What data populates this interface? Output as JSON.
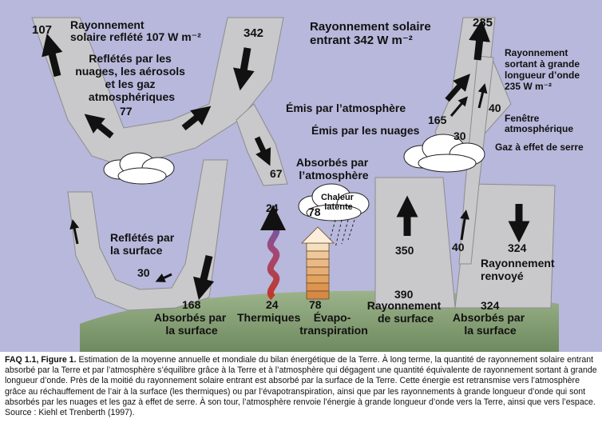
{
  "colors": {
    "sky": "#b7b8db",
    "stream": "#c9c9cb",
    "stream_edge": "#8c8c8e",
    "ground": "#8aa27a",
    "arrow": "#111111",
    "thermal_wave": "#c0392b",
    "evap_column": "#e3a35f"
  },
  "icons": {
    "cloud": "cloud-icon",
    "rain": "rain-icon",
    "arrow": "arrow-icon"
  },
  "labels": {
    "reflected_solar": [
      "Rayonnement",
      "solaire reflété 107 W m⁻²"
    ],
    "reflected_by_clouds": [
      "Reflétés par les",
      "nuages, les aérosols",
      "et les gaz",
      "atmosphériques"
    ],
    "incoming_solar": [
      "Rayonnement solaire",
      "entrant 342 W m⁻²"
    ],
    "outgoing_longwave": [
      "Rayonnement",
      "sortant à grande",
      "longueur d’onde",
      "235 W m⁻²"
    ],
    "emitted_by_atmosphere": "Émis par l’atmosphère",
    "emitted_by_clouds": "Émis par les nuages",
    "atmospheric_window": [
      "Fenêtre",
      "atmosphérique"
    ],
    "greenhouse_gases": "Gaz à effet de serre",
    "absorbed_by_atmosphere": [
      "Absorbés par",
      "l’atmosphère"
    ],
    "latent_heat": [
      "Chaleur",
      "latente"
    ],
    "reflected_by_surface": [
      "Reflétés par",
      "la surface"
    ],
    "back_radiation": [
      "Rayonnement",
      "renvoyé"
    ],
    "absorbed_by_surface_left": [
      "Absorbés par",
      "la surface"
    ],
    "thermals": "Thermiques",
    "evapotranspiration": [
      "Évapo-",
      "transpiration"
    ],
    "surface_radiation": [
      "Rayonnement",
      "de surface"
    ],
    "absorbed_by_surface_right": [
      "Absorbés par",
      "la surface"
    ]
  },
  "values": {
    "v107": "107",
    "v342": "342",
    "v235": "235",
    "v77": "77",
    "v165": "165",
    "v40_top": "40",
    "v30_clouds": "30",
    "v67": "67",
    "v24_top": "24",
    "v78_top": "78",
    "v350": "350",
    "v40_mid": "40",
    "v324_mid": "324",
    "v30_surface": "30",
    "v168": "168",
    "v24_bottom": "24",
    "v78_bottom": "78",
    "v390": "390",
    "v324_bottom": "324"
  },
  "caption": {
    "label": "FAQ 1.1, Figure 1.",
    "text": "Estimation de la moyenne annuelle et mondiale du bilan énergétique de la Terre. À long terme, la quantité de rayonnement solaire entrant absorbé par la Terre et par l’atmosphère s’équilibre grâce à la Terre et à l’atmosphère qui dégagent une quantité équivalente de rayonnement sortant à grande longueur d’onde. Près de la moitié du rayonnement solaire entrant est absorbé par la surface de la Terre. Cette énergie est retransmise vers l’atmosphère grâce au réchauffement de l’air à la surface (les thermiques) ou par l’évapotranspiration, ainsi que par les rayonnements à grande longueur d’onde qui sont absorbés par les nuages et les gaz à effet de serre. À son tour, l’atmosphère renvoie l’énergie à grande longueur d’onde vers la Terre, ainsi que vers l’espace. Source : Kiehl et Trenberth (1997)."
  }
}
